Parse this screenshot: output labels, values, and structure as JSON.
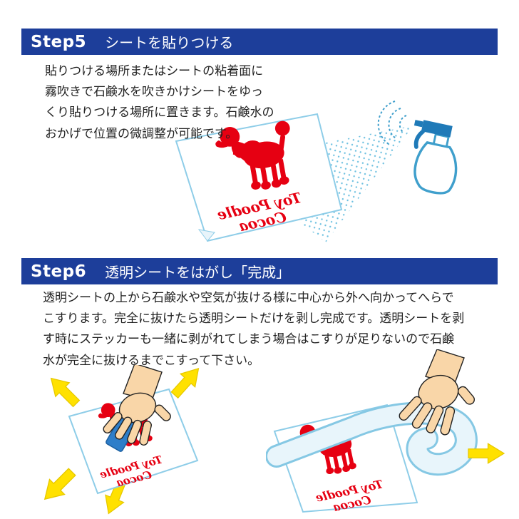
{
  "page": {
    "background": "#ffffff"
  },
  "colors": {
    "step_header_bg": "#1d3e9a",
    "step_header_text": "#ffffff",
    "body_text": "#222222",
    "sticker_red": "#e60012",
    "sheet_outline_blue": "#8ecde8",
    "spray_bottle_blue": "#3f9fcc",
    "spray_head_blue": "#1f7ab8",
    "mist_dot_blue": "#6cc0e0",
    "arrow_yellow": "#ffe100",
    "hand_skin": "#f9d6a8",
    "squeegee_blue": "#2e7ec9"
  },
  "steps": [
    {
      "label": "Step5",
      "title": "シートを貼りつける",
      "body": "貼りつける場所またはシートの粘着面に\n霧吹きで石鹸水を吹きかけシートをゆっ\nくり貼りつける場所に置きます。石鹸水の\nおかげで位置の微調整が可能です。"
    },
    {
      "label": "Step6",
      "title": "透明シートをはがし「完成」",
      "body": "透明シートの上から石鹸水や空気が抜ける様に中心から外へ向かってへらで\nこすります。完全に抜けたら透明シートだけを剥し完成です。透明シートを剥\nす時にステッカーも一緒に剥がれてしまう場合はこすりが足りないので石鹸\n水が完全に抜けるまでこすって下さい。"
    }
  ],
  "sticker": {
    "line1": "Toy Poodle",
    "line2": "Cocoa"
  },
  "illustrations": {
    "step5": "sticker-sheet-with-spray-bottle",
    "step6_left": "hand-rubbing-sheet-with-squeegee",
    "step6_right": "hand-peeling-transparent-sheet"
  }
}
